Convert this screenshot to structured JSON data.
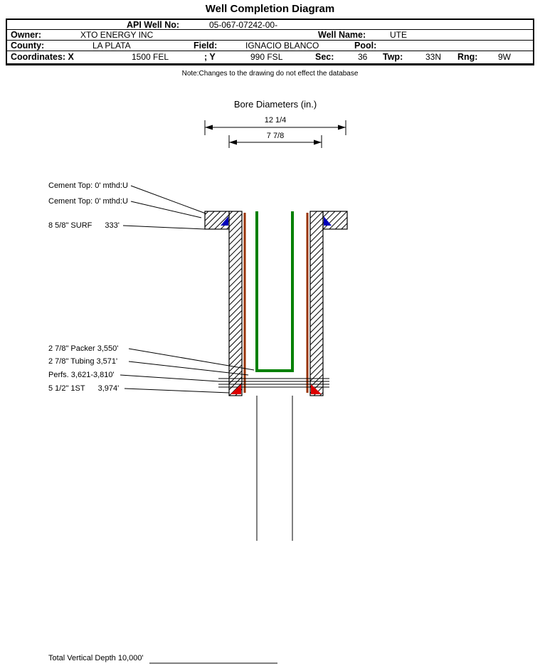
{
  "title": "Well Completion Diagram",
  "table": {
    "api_label": "API Well No:",
    "api_value": "05-067-07242-00-",
    "owner_label": "Owner:",
    "owner_value": "XTO ENERGY INC",
    "well_name_label": "Well Name:",
    "well_name_value": "UTE",
    "county_label": "County:",
    "county_value": "LA PLATA",
    "field_label": "Field:",
    "field_value": "IGNACIO BLANCO",
    "pool_label": "Pool:",
    "pool_value": "",
    "coord_label": "Coordinates: X",
    "coord_x_value": "1500 FEL",
    "coord_y_label": "; Y",
    "coord_y_value": "990 FSL",
    "sec_label": "Sec:",
    "sec_value": "36",
    "twp_label": "Twp:",
    "twp_value": "33N",
    "rng_label": "Rng:",
    "rng_value": "9W"
  },
  "note": "Note:Changes to the drawing do not effect the database",
  "diagram": {
    "bore_title": "Bore Diameters (in.)",
    "dims": {
      "outer": "12 1/4",
      "inner": "7 7/8"
    },
    "annotations": [
      {
        "text": "Cement Top: 0' mthd:U"
      },
      {
        "text": "Cement Top: 0' mthd:U"
      },
      {
        "text": "8 5/8\" SURF",
        "value": "333'"
      },
      {
        "text": "2 7/8\" Packer 3,550'"
      },
      {
        "text": "2 7/8\" Tubing 3,571'"
      },
      {
        "text": "Perfs. 3,621-3,810'"
      },
      {
        "text": "5 1/2\" 1ST",
        "value": "3,974'"
      }
    ],
    "total_depth_label": "Total Vertical Depth 10,000'",
    "colors": {
      "tubing_green": "#008000",
      "casing_brown": "#993300",
      "shoe_red": "#dd0000",
      "cement_marker_blue": "#0000bb"
    }
  }
}
